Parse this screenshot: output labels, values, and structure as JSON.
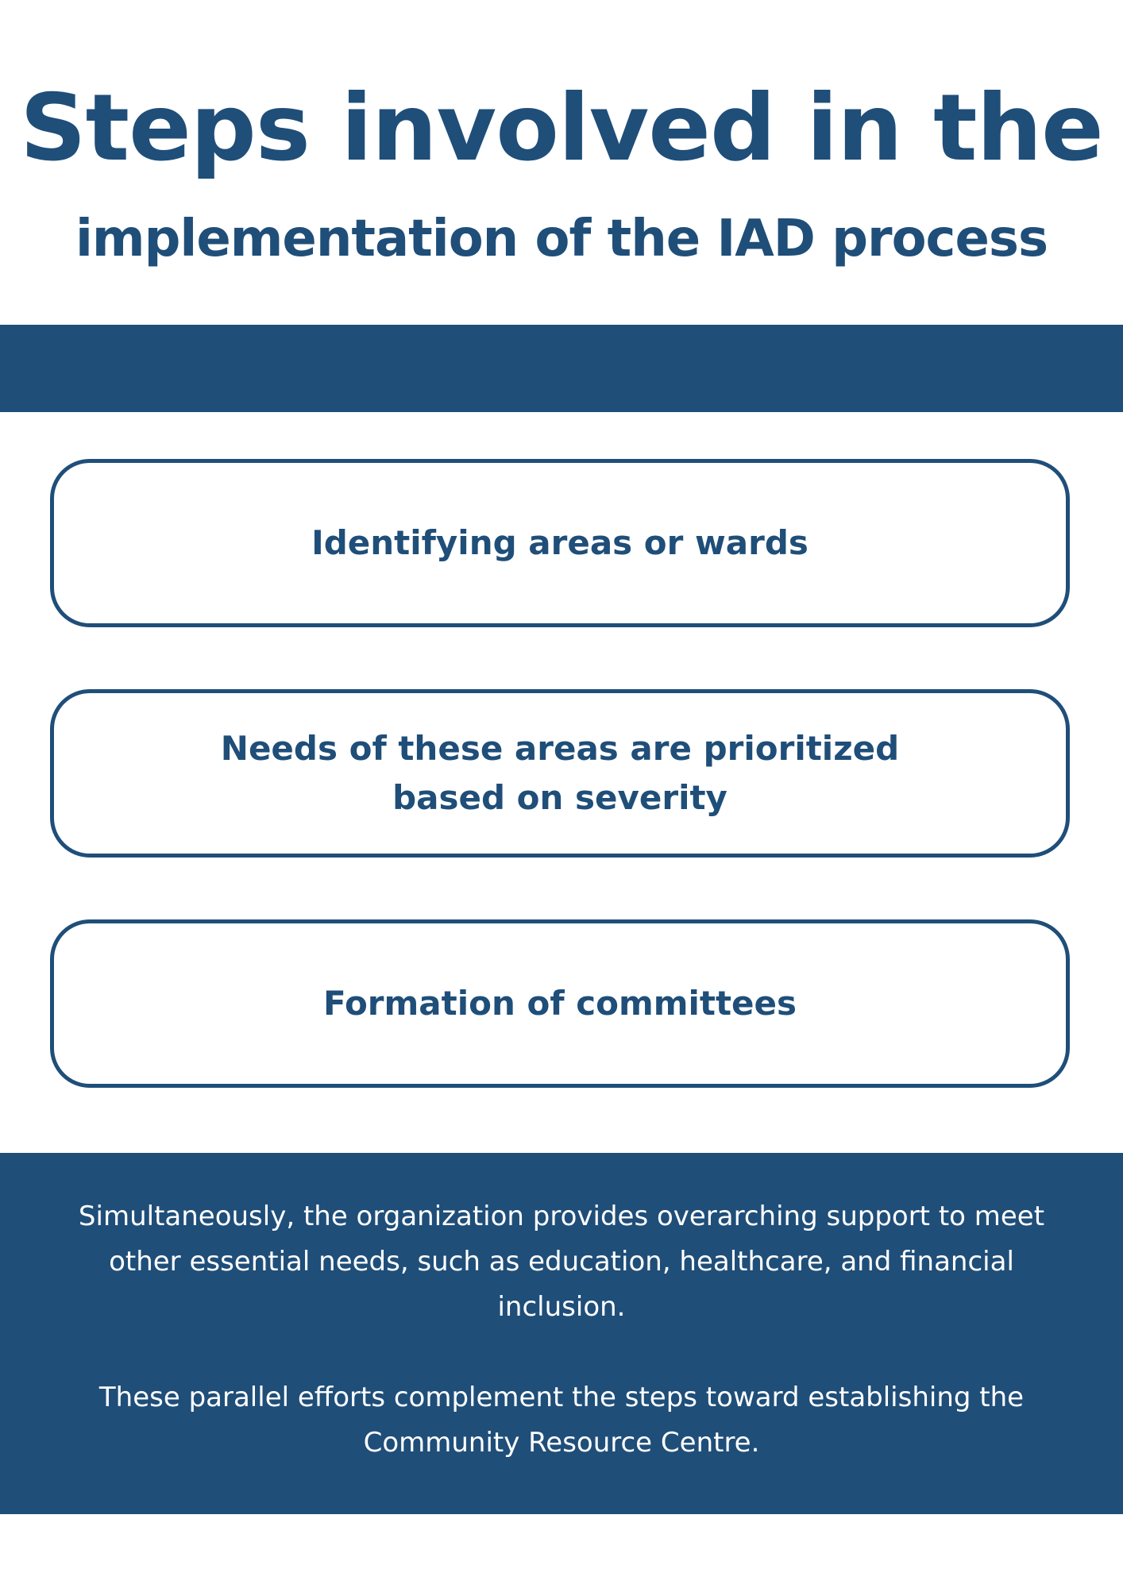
{
  "title": {
    "line1": "Steps involved in the",
    "line2": "implementation of the IAD process"
  },
  "steps": [
    {
      "label": "Identifying areas or wards"
    },
    {
      "label": "Needs of these areas are prioritized based on severity"
    },
    {
      "label": "Formation of committees"
    }
  ],
  "footer": {
    "paragraph1": "Simultaneously, the organization provides overarching support to meet other essential needs, such as education, healthcare, and financial inclusion.",
    "paragraph2": "These parallel efforts complement the steps toward establishing the Community Resource Centre."
  },
  "colors": {
    "primary": "#1f4e79",
    "background": "#ffffff",
    "footer_text": "#ffffff"
  }
}
